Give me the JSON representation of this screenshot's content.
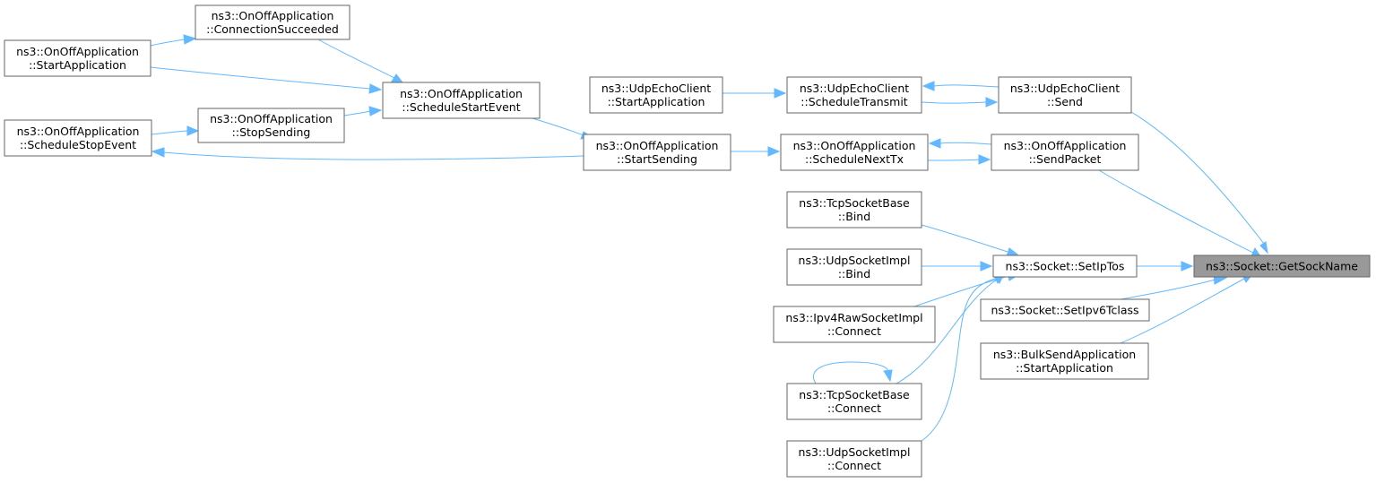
{
  "nodes": [
    {
      "id": "root",
      "lines": [
        "ns3::Socket::GetSockName"
      ],
      "root": true
    },
    {
      "id": "udp_send",
      "lines": [
        "ns3::UdpEchoClient",
        "::Send"
      ]
    },
    {
      "id": "onoff_sendpacket",
      "lines": [
        "ns3::OnOffApplication",
        "::SendPacket"
      ]
    },
    {
      "id": "setiptos",
      "lines": [
        "ns3::Socket::SetIpTos"
      ]
    },
    {
      "id": "setipv6",
      "lines": [
        "ns3::Socket::SetIpv6Tclass"
      ]
    },
    {
      "id": "bulk_start",
      "lines": [
        "ns3::BulkSendApplication",
        "::StartApplication"
      ]
    },
    {
      "id": "udp_schedtx",
      "lines": [
        "ns3::UdpEchoClient",
        "::ScheduleTransmit"
      ]
    },
    {
      "id": "onoff_nexttx",
      "lines": [
        "ns3::OnOffApplication",
        "::ScheduleNextTx"
      ]
    },
    {
      "id": "tcp_bind",
      "lines": [
        "ns3::TcpSocketBase",
        "::Bind"
      ]
    },
    {
      "id": "udpimpl_bind",
      "lines": [
        "ns3::UdpSocketImpl",
        "::Bind"
      ]
    },
    {
      "id": "ipv4raw_connect",
      "lines": [
        "ns3::Ipv4RawSocketImpl",
        "::Connect"
      ]
    },
    {
      "id": "tcp_connect",
      "lines": [
        "ns3::TcpSocketBase",
        "::Connect"
      ]
    },
    {
      "id": "udpimpl_connect",
      "lines": [
        "ns3::UdpSocketImpl",
        "::Connect"
      ]
    },
    {
      "id": "udp_startapp",
      "lines": [
        "ns3::UdpEchoClient",
        "::StartApplication"
      ]
    },
    {
      "id": "onoff_startsending",
      "lines": [
        "ns3::OnOffApplication",
        "::StartSending"
      ]
    },
    {
      "id": "onoff_schedstart",
      "lines": [
        "ns3::OnOffApplication",
        "::ScheduleStartEvent"
      ]
    },
    {
      "id": "onoff_connsucc",
      "lines": [
        "ns3::OnOffApplication",
        "::ConnectionSucceeded"
      ]
    },
    {
      "id": "onoff_stopsending",
      "lines": [
        "ns3::OnOffApplication",
        "::StopSending"
      ]
    },
    {
      "id": "onoff_startapp",
      "lines": [
        "ns3::OnOffApplication",
        "::StartApplication"
      ]
    },
    {
      "id": "onoff_schedstop",
      "lines": [
        "ns3::OnOffApplication",
        "::ScheduleStopEvent"
      ]
    }
  ],
  "edges": [
    {
      "from": "udp_send",
      "to": "root"
    },
    {
      "from": "onoff_sendpacket",
      "to": "root"
    },
    {
      "from": "setiptos",
      "to": "root"
    },
    {
      "from": "setipv6",
      "to": "root"
    },
    {
      "from": "bulk_start",
      "to": "root"
    },
    {
      "from": "udp_schedtx",
      "to": "udp_send"
    },
    {
      "from": "udp_send",
      "to": "udp_schedtx"
    },
    {
      "from": "onoff_nexttx",
      "to": "onoff_sendpacket"
    },
    {
      "from": "onoff_sendpacket",
      "to": "onoff_nexttx"
    },
    {
      "from": "tcp_bind",
      "to": "setiptos"
    },
    {
      "from": "udpimpl_bind",
      "to": "setiptos"
    },
    {
      "from": "ipv4raw_connect",
      "to": "setiptos"
    },
    {
      "from": "tcp_connect",
      "to": "setiptos"
    },
    {
      "from": "udpimpl_connect",
      "to": "setiptos"
    },
    {
      "from": "tcp_connect",
      "to": "tcp_connect"
    },
    {
      "from": "udp_startapp",
      "to": "udp_schedtx"
    },
    {
      "from": "onoff_startsending",
      "to": "onoff_nexttx"
    },
    {
      "from": "onoff_schedstart",
      "to": "onoff_startsending"
    },
    {
      "from": "onoff_startsending",
      "to": "onoff_schedstop"
    },
    {
      "from": "onoff_connsucc",
      "to": "onoff_schedstart"
    },
    {
      "from": "onoff_startapp",
      "to": "onoff_schedstart"
    },
    {
      "from": "onoff_stopsending",
      "to": "onoff_schedstart"
    },
    {
      "from": "onoff_startapp",
      "to": "onoff_connsucc"
    },
    {
      "from": "onoff_schedstop",
      "to": "onoff_stopsending"
    }
  ],
  "colors": {
    "edge": "#63b8ff",
    "node_border": "#666666",
    "node_fill": "#ffffff",
    "root_fill": "#999999",
    "text": "#000000"
  }
}
